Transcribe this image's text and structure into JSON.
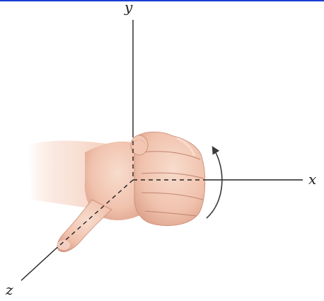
{
  "diagram": {
    "top_rule_color": "#1a3fd6",
    "axis_color": "#222222",
    "hand_fill": "#f3c9b5",
    "hand_shade": "#d8a08a",
    "arrow_color": "#3a3a3a",
    "labels": {
      "x": "x",
      "y": "y",
      "z": "z"
    },
    "hand_icon": "right-hand-rule-icon"
  }
}
